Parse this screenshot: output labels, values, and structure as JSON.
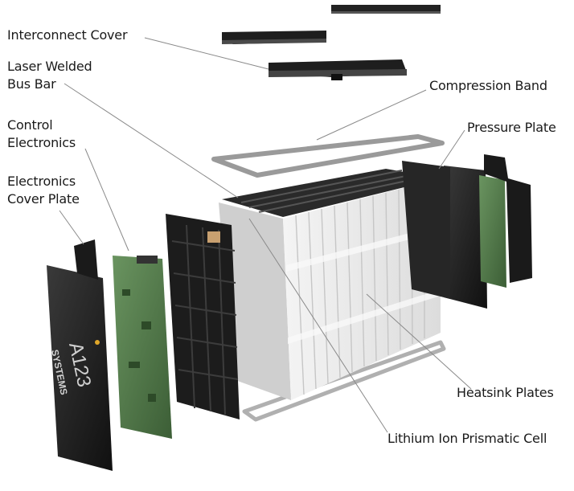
{
  "labels": {
    "interconnect_cover": "Interconnect Cover",
    "laser_bus_bar_1": "Laser Welded",
    "laser_bus_bar_2": "Bus Bar",
    "control_electronics_1": "Control",
    "control_electronics_2": "Electronics",
    "electronics_cover_1": "Electronics",
    "electronics_cover_2": "Cover Plate",
    "compression_band": "Compression  Band",
    "pressure_plate": "Pressure Plate",
    "heatsink_plates": "Heatsink Plates",
    "lithium_cell": "Lithium Ion Prismatic Cell"
  },
  "logo": {
    "line1": "A123",
    "line2": "SYSTEMS"
  },
  "colors": {
    "leader_line": "#8a8a8a",
    "plate_dark": "#1c1c1c",
    "pcb_green": "#4f7a45",
    "cell_white": "#e9e9e9",
    "logo_gold": "#e0a72a"
  }
}
